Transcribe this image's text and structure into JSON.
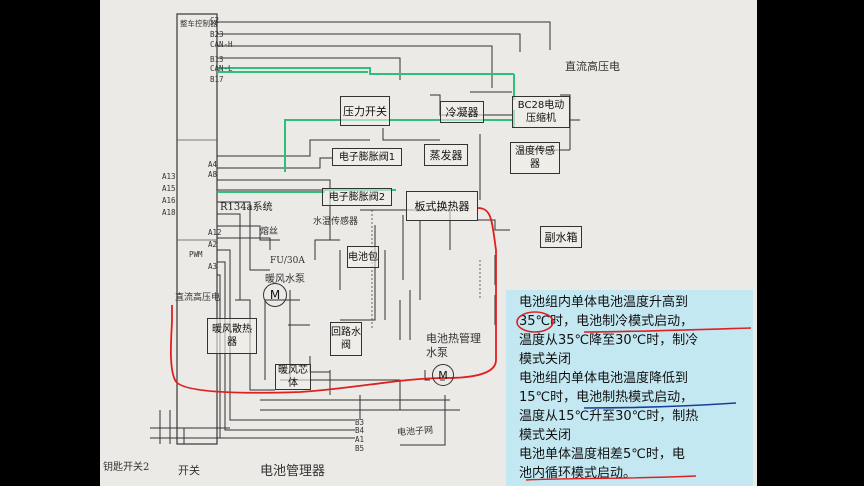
{
  "diagram": {
    "header_note": "直流高压电",
    "refrigerant_label": "R134a系统",
    "blocks": {
      "pressure_switch": "压力开关",
      "condenser": "冷凝器",
      "compressor": "BC28电动压缩机",
      "expansion_valve_1": "电子膨胀阀1",
      "evaporator": "蒸发器",
      "temp_sensor": "温度传感器",
      "expansion_valve_2": "电子膨胀阀2",
      "plate_heat_exchanger": "板式换热器",
      "water_temp_sensor": "水温传感器",
      "aux_tank": "副水箱",
      "battery_pack": "电池包",
      "warm_pump": "暖风水泵",
      "pump_motor": "M",
      "heat_core": "暖风散热器",
      "three_way_valve": "回路水阀",
      "warm_body": "暖风芯体",
      "mgmt_pump_label": "电池热管理水泵",
      "mgmt_pump_motor": "M"
    },
    "handwritten": {
      "dc_high_voltage": "直流高压电",
      "fuse": "熔丝",
      "fuse_rating": "FU/30A",
      "network": "电池子网",
      "bottom_left": "钥匙开关2",
      "switch": "开关",
      "bms": "电池管理器"
    },
    "pins": {
      "c2": "C2",
      "b23": "B23",
      "can_h1": "CAN-H",
      "can_l1": "CAN-L",
      "b13": "B13",
      "b17": "B17",
      "a4": "A4",
      "a8": "A8",
      "a13": "A13",
      "a15": "A15",
      "a16": "A16",
      "a18": "A18",
      "a12": "A12",
      "a2": "A2",
      "pwm": "PWM",
      "a3": "A3",
      "a1": "A1",
      "b3": "B3",
      "b4": "B4",
      "b5": "B5"
    }
  },
  "note": {
    "lines": [
      "电池组内单体电池温度升高到",
      "35℃时，电池制冷模式启动，",
      "温度从35℃降至30℃时，制冷",
      "模式关闭",
      "电池组内单体电池温度降低到",
      "15℃时，电池制热模式启动，",
      "温度从15℃升至30℃时，制热",
      "模式关闭",
      "电池单体温度相差5℃时，电",
      "池内循环模式启动。"
    ]
  },
  "colors": {
    "green_path": "#2ec07a",
    "red_path": "#e02020",
    "note_bg": "#c4e8f2",
    "paper": "#eceae6"
  }
}
